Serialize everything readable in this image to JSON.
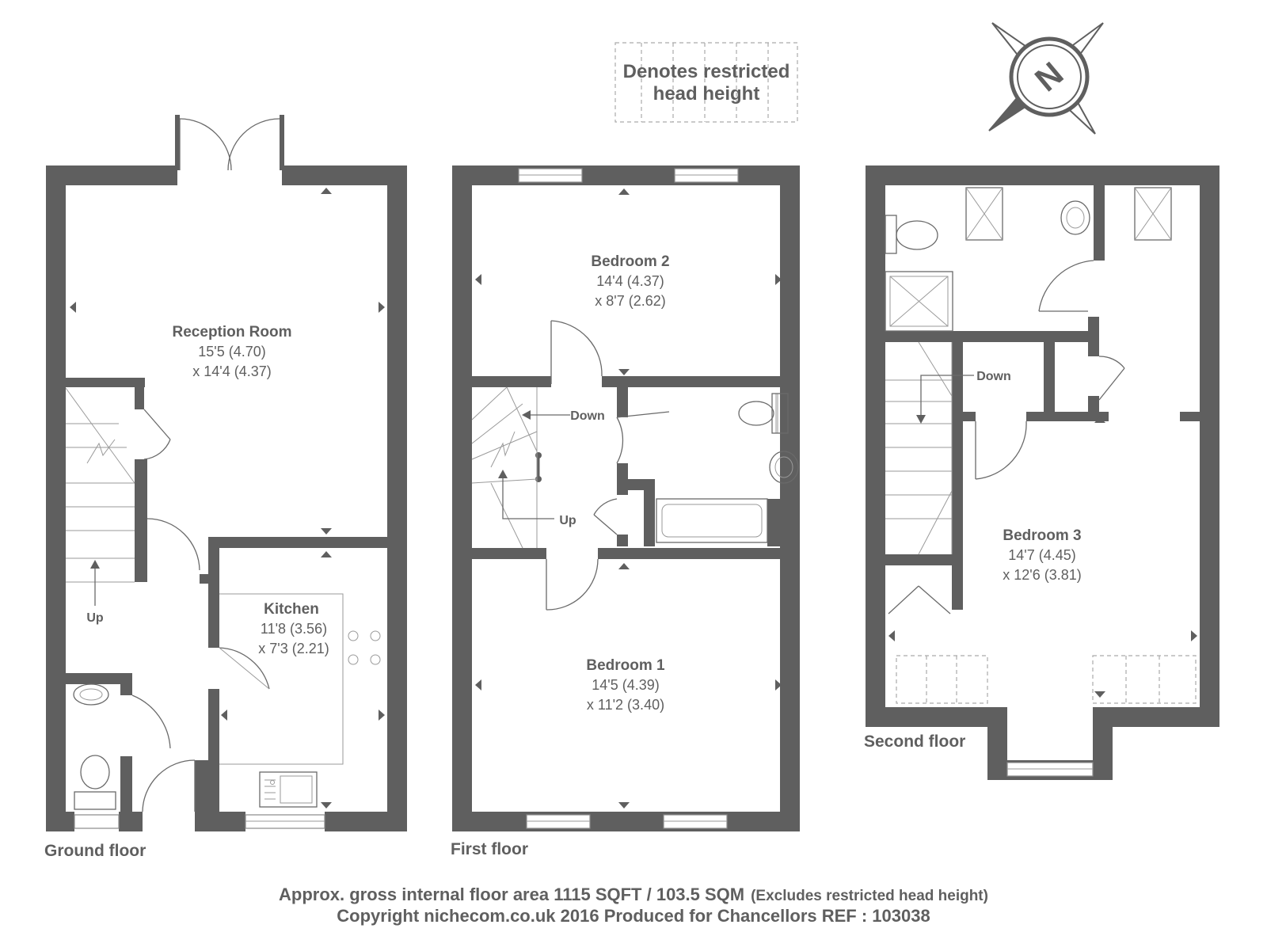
{
  "legend": {
    "line1": "Denotes restricted",
    "line2": "head height"
  },
  "compass": {
    "letter": "N"
  },
  "rooms": {
    "reception": {
      "name": "Reception Room",
      "dim1": "15'5 (4.70)",
      "dim2": "x 14'4 (4.37)"
    },
    "kitchen": {
      "name": "Kitchen",
      "dim1": "11'8 (3.56)",
      "dim2": "x 7'3 (2.21)"
    },
    "bedroom2": {
      "name": "Bedroom 2",
      "dim1": "14'4 (4.37)",
      "dim2": "x 8'7 (2.62)"
    },
    "bedroom1": {
      "name": "Bedroom 1",
      "dim1": "14'5 (4.39)",
      "dim2": "x 11'2 (3.40)"
    },
    "bedroom3": {
      "name": "Bedroom 3",
      "dim1": "14'7 (4.45)",
      "dim2": "x 12'6 (3.81)"
    }
  },
  "stairs": {
    "ground_up": "Up",
    "first_down": "Down",
    "first_up": "Up",
    "second_down": "Down"
  },
  "floors": {
    "ground": "Ground floor",
    "first": "First floor",
    "second": "Second floor"
  },
  "footer": {
    "area": "Approx. gross internal floor area 1115 SQFT / 103.5 SQM",
    "area_note": "(Excludes restricted head height)",
    "copyright": "Copyright nichecom.co.uk 2016 Produced for Chancellors REF : 103038"
  },
  "colors": {
    "wall": "#5f5f5f",
    "text": "#5f5f5f",
    "background": "#ffffff"
  }
}
